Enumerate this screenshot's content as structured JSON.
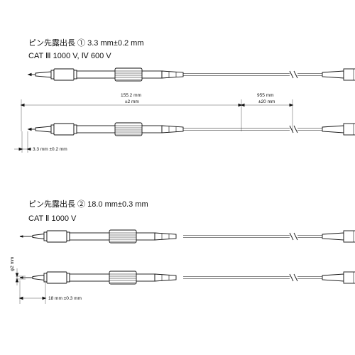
{
  "section1": {
    "heading": "ピン先露出長 ① 3.3 mm±0.2 mm",
    "rating": "CAT Ⅲ 1000 V, Ⅳ 600 V",
    "dim_body": "155.2 mm",
    "dim_body_tol": "±2 mm",
    "dim_cable": "955 mm",
    "dim_cable_tol": "±20 mm",
    "dim_tip": "3.3 mm ±0.2 mm"
  },
  "section2": {
    "heading": "ピン先露出長 ② 18.0 mm±0.3 mm",
    "rating": "CAT Ⅱ 1000 V",
    "dim_diameter": "φ2 mm",
    "dim_tip": "18 mm ±0.3 mm"
  }
}
